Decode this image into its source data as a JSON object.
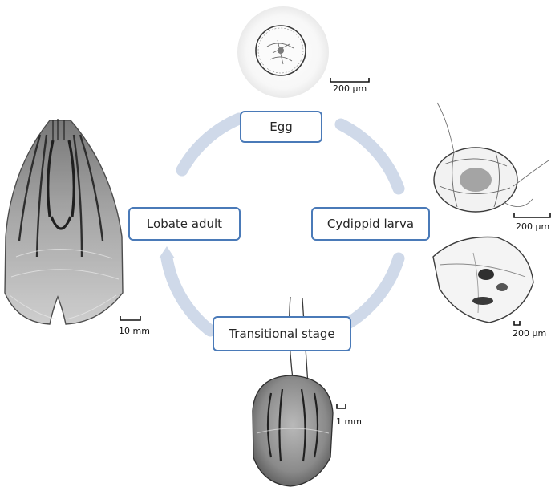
{
  "stages": {
    "egg": "Egg",
    "cydippid": "Cydippid larva",
    "transitional": "Transitional stage",
    "lobate": "Lobate adult"
  },
  "scale_bars": {
    "egg": "200 µm",
    "cydippid_top": "200 µm",
    "cydippid_bottom": "200 µm",
    "transitional": "1 mm",
    "lobate": "10 mm"
  },
  "colors": {
    "cycle": "#cfd9e9",
    "box_border": "#4a7ab8",
    "specimen": "#444444"
  }
}
